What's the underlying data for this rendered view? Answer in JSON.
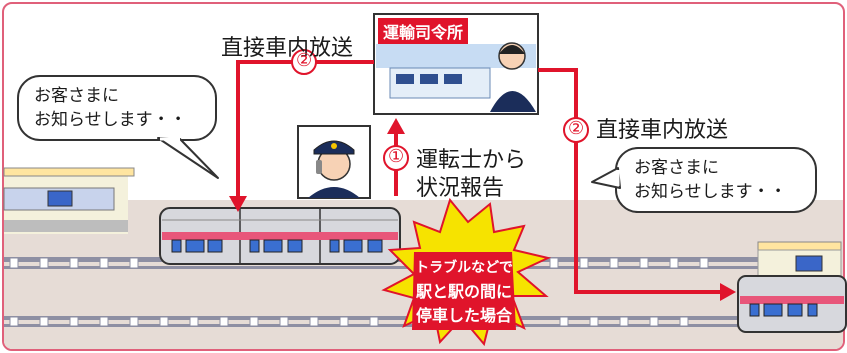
{
  "control_center": {
    "label": "運輸司令所"
  },
  "left_route": {
    "step_number": "②",
    "label": "直接車内放送"
  },
  "right_route": {
    "step_number": "②",
    "label": "直接車内放送"
  },
  "driver_report": {
    "step_number": "①",
    "line1": "運転士から",
    "line2": "状況報告"
  },
  "left_bubble": {
    "line1": "お客さまに",
    "line2": "お知らせします・・"
  },
  "right_bubble": {
    "line1": "お客さまに",
    "line2": "お知らせします・・"
  },
  "incident": {
    "line1": "トラブルなどで",
    "line2": "駅と駅の間に",
    "line3": "停車した場合"
  },
  "colors": {
    "arrow": "#e0142b",
    "frame": "#e0607a",
    "burst": "#f6e300",
    "track": "#8e8fa3"
  }
}
